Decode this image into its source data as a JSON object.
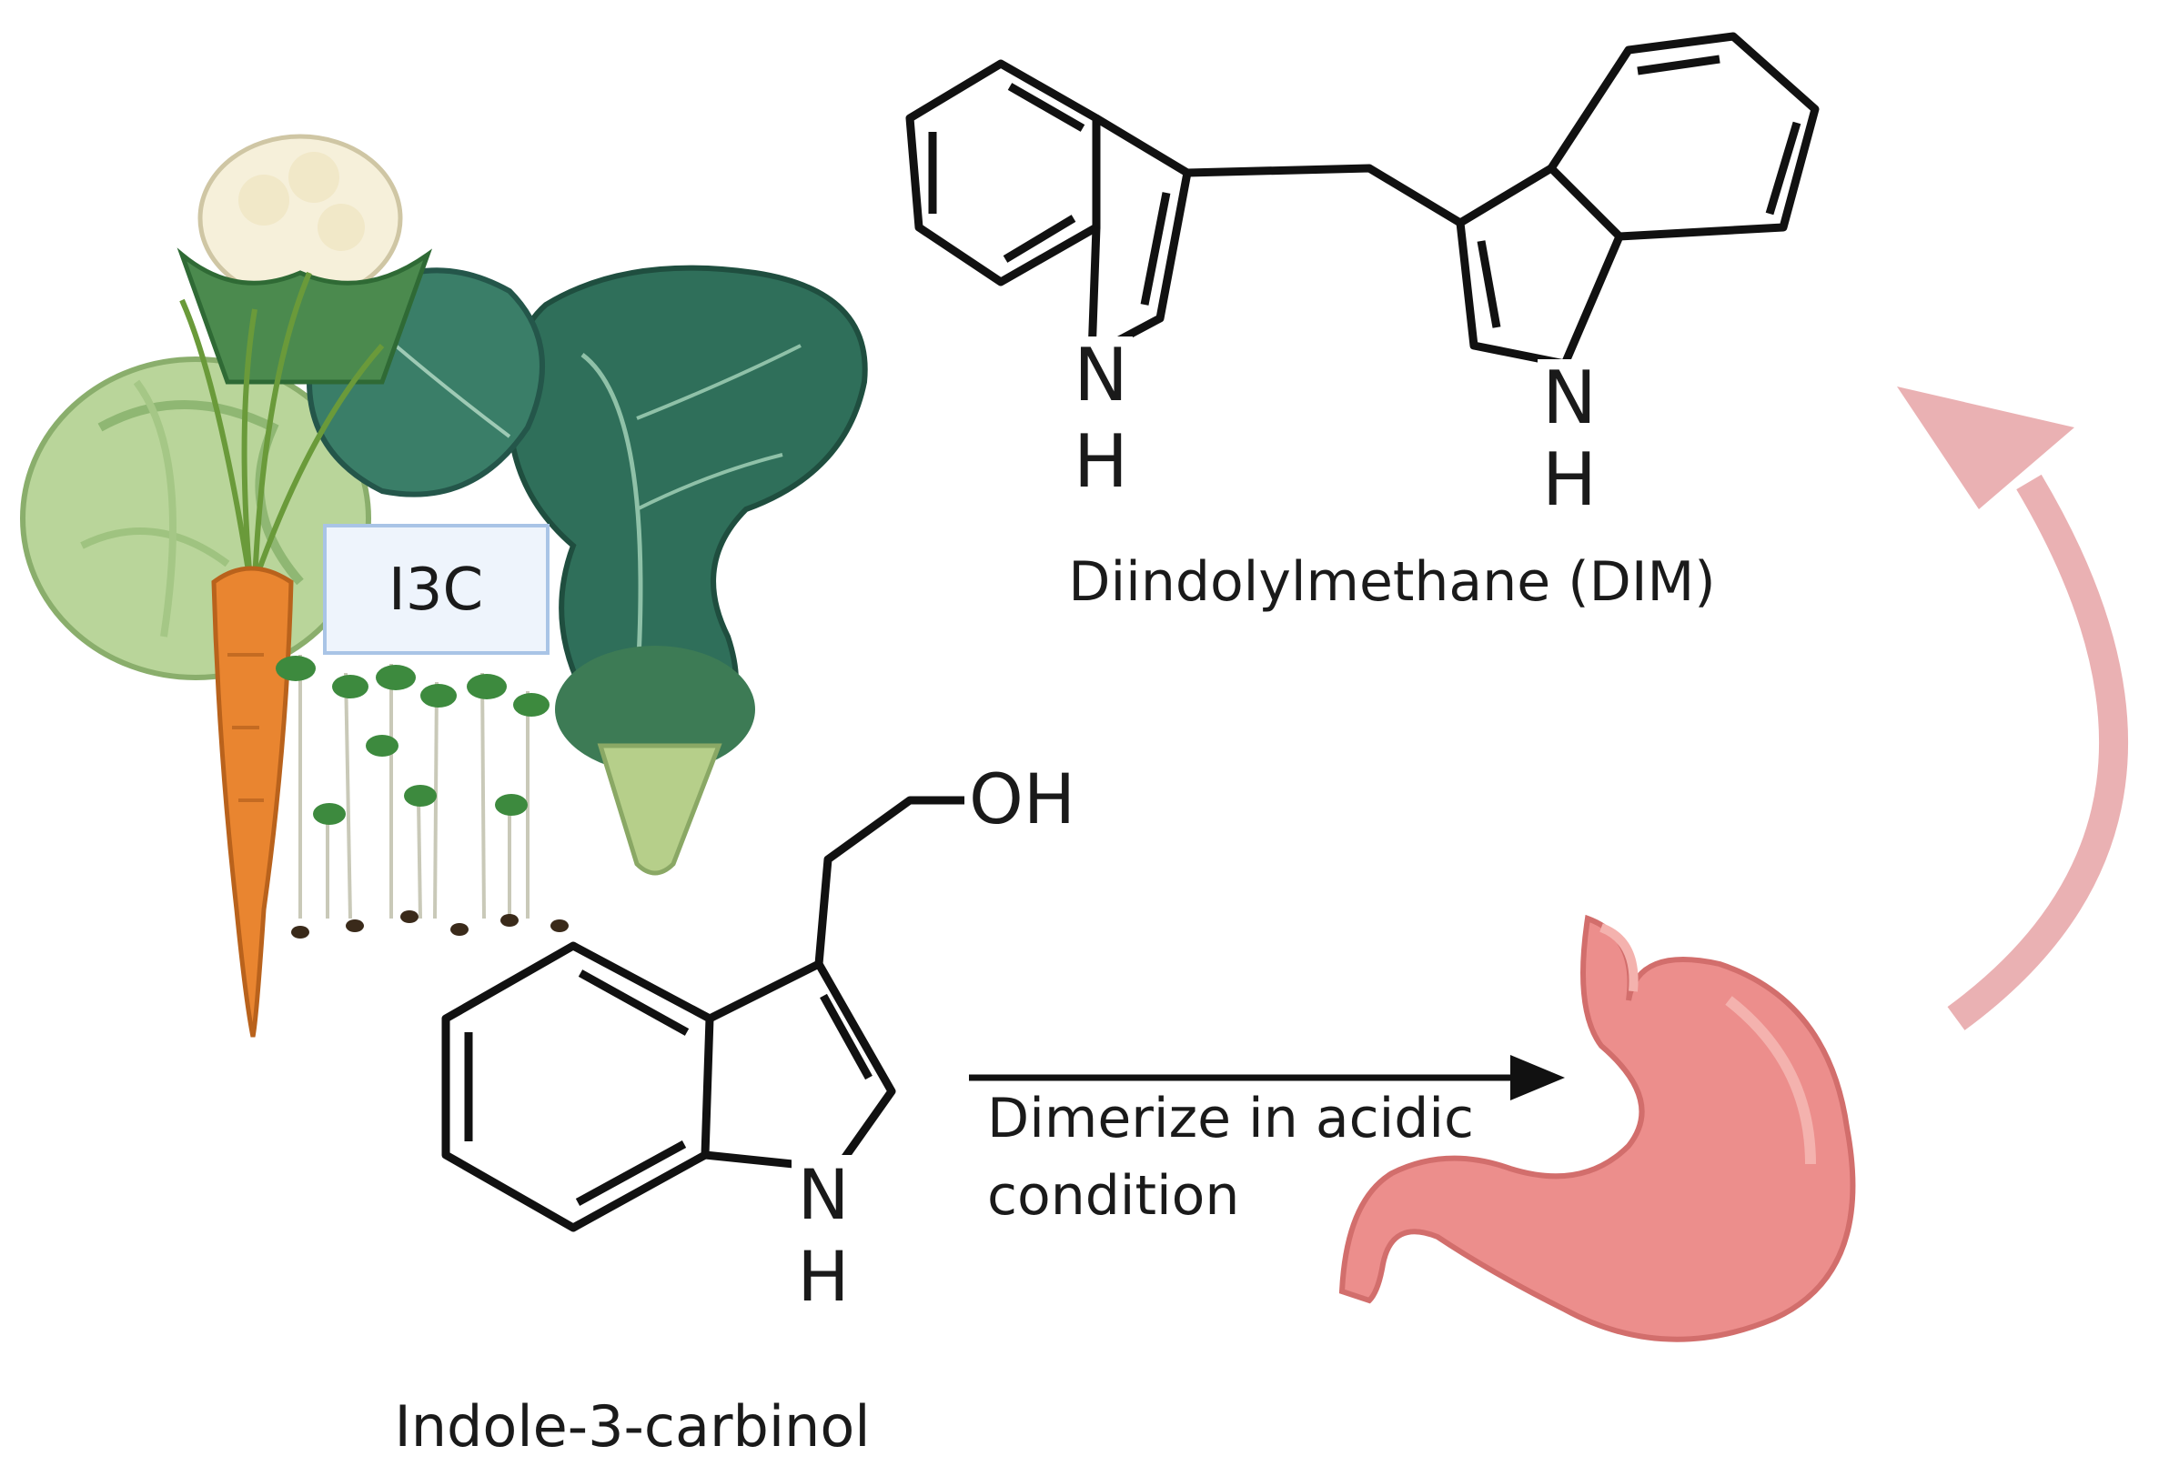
{
  "labels": {
    "i3c_box": "I3C",
    "dim_name": "Diindolylmethane (DIM)",
    "i3c_name": "Indole-3-carbinol",
    "reaction_line1": "Dimerize in acidic",
    "reaction_line2": "condition",
    "oh": "OH",
    "n": "N",
    "h": "H"
  },
  "colors": {
    "bond": "#111111",
    "cycle_arrow": "#eab1b3",
    "stomach": "#ec8e8c",
    "stomach_dark": "#d26e6c",
    "carrot": "#e98530",
    "cabbage": "#b9d59a",
    "broccoli_leaf": "#2f6f5a",
    "broccoli_stem": "#b6cf8a",
    "cauliflower": "#f6f0da",
    "label_box_fill": "#eef4fc",
    "label_box_stroke": "#a9c4e6"
  },
  "icons": [
    "vegetable-cluster-illustration",
    "stomach-illustration",
    "cycle-arrow",
    "reaction-arrow"
  ]
}
